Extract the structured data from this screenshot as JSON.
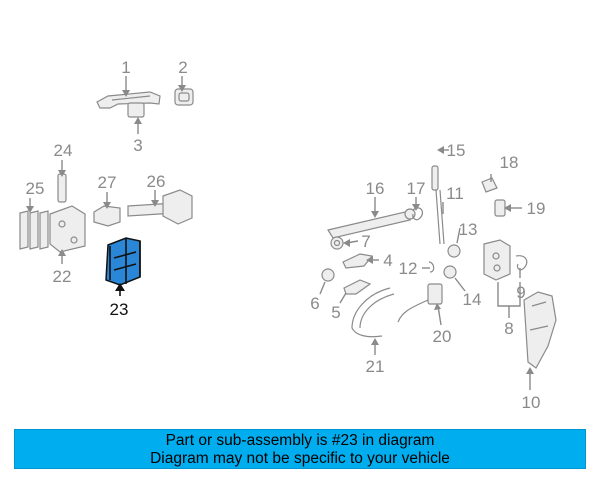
{
  "callouts": [
    "1",
    "2",
    "3",
    "4",
    "5",
    "6",
    "7",
    "8",
    "9",
    "10",
    "11",
    "12",
    "13",
    "14",
    "15",
    "16",
    "17",
    "18",
    "19",
    "20",
    "21",
    "22",
    "23",
    "24",
    "25",
    "26",
    "27"
  ],
  "highlighted_callout": "23",
  "colors": {
    "highlight_fill": "#2a86d6",
    "banner_bg": "#00aeef",
    "parts_gray": "#8a8a8a"
  },
  "banner": {
    "line1": "Part or sub-assembly is #23 in diagram",
    "line2": "Diagram may not be specific to your vehicle"
  }
}
